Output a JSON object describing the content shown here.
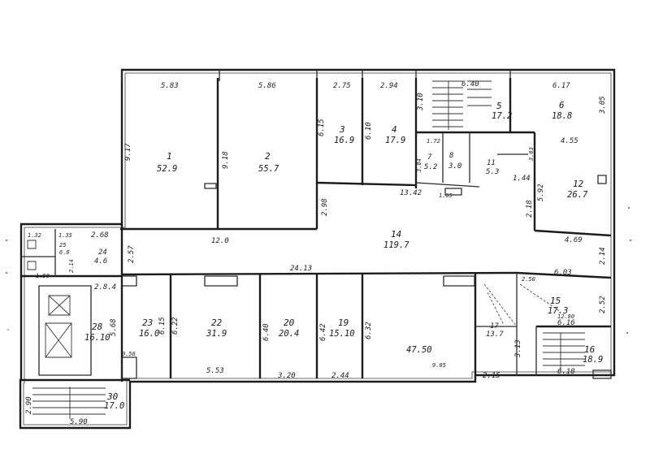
{
  "rooms": [
    {
      "id": "room-1",
      "number": "1",
      "area": "52.9"
    },
    {
      "id": "room-2",
      "number": "2",
      "area": "55.7"
    },
    {
      "id": "room-3",
      "number": "3",
      "area": "16.9"
    },
    {
      "id": "room-4",
      "number": "4",
      "area": "17.9"
    },
    {
      "id": "room-5",
      "number": "5",
      "area": "17.2"
    },
    {
      "id": "room-6",
      "number": "6",
      "area": "18.8"
    },
    {
      "id": "room-7",
      "number": "7",
      "area": "5.2"
    },
    {
      "id": "room-8",
      "number": "8",
      "area": "3.0"
    },
    {
      "id": "room-11",
      "number": "11",
      "area": "5.3"
    },
    {
      "id": "room-12",
      "number": "12",
      "area": "26.7"
    },
    {
      "id": "room-14",
      "number": "14",
      "area": "119.7"
    },
    {
      "id": "room-15",
      "number": "15",
      "area": "17.3"
    },
    {
      "id": "room-16",
      "number": "16",
      "area": "18.9"
    },
    {
      "id": "room-17",
      "number": "17",
      "area": "13.7"
    },
    {
      "id": "room-19",
      "number": "19",
      "area": "15.10"
    },
    {
      "id": "room-20",
      "number": "20",
      "area": "20.4"
    },
    {
      "id": "room-22",
      "number": "22",
      "area": "31.9"
    },
    {
      "id": "room-23",
      "number": "23",
      "area": "16.0"
    },
    {
      "id": "room-24",
      "number": "24",
      "area": "4.6"
    },
    {
      "id": "room-25",
      "number": "25",
      "area": "6.8"
    },
    {
      "id": "room-28",
      "number": "28",
      "area": "16.10"
    },
    {
      "id": "room-30",
      "number": "30",
      "area": "17.0"
    }
  ],
  "large_room_area": "47.50",
  "dimensions": [
    "5.83",
    "5.86",
    "2.75",
    "2.94",
    "6.40",
    "6.17",
    "3.05",
    "9.17",
    "9.18",
    "6.15",
    "6.10",
    "3.10",
    "4.55",
    "5.92",
    "1.72",
    "3.04",
    "3.03",
    "1.44",
    "13.42",
    "1.65",
    "2.98",
    "2.18",
    "12.0",
    "4.69",
    "2.14",
    "2.57",
    "24.13",
    "6.03",
    "1.32",
    "1.35",
    "2.68",
    "2.14",
    "1.50",
    "2.8.4",
    "5.68",
    "6.15",
    "6.22",
    "6.40",
    "6.42",
    "6.32",
    "9.05",
    "2.52",
    "5.53",
    "3.20",
    "2.44",
    "2.15",
    "3.13",
    "6.16",
    "6.10",
    "2.90",
    "5.90",
    "12.80",
    "0.56",
    "2.50"
  ]
}
